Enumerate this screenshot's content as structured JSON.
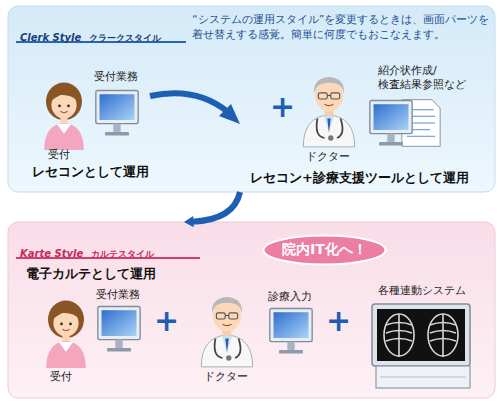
{
  "diagram": {
    "nodes": [
      {
        "text": [
          "Clerk Style",
          "クラークスタイル"
        ]
      },
      {
        "text": [
          "Karte Style",
          "カルテスタイル"
        ]
      },
      {
        "text": [
          "院内IT化へ！"
        ],
        "in": 1
      }
    ],
    "edges": [
      {
        "from": 0,
        "to": 1,
        "arrow": "to"
      }
    ],
    "labels": [
      "“システムの運用スタイル”を変更するときは、画面パーツを着せ替えする感覚。簡単に何度でもおこなえます。",
      "受付業務",
      "受付",
      "レセコンとして運用",
      "+",
      "ドクター",
      "紹介状作成/ 検査結果参照など",
      "レセコン+診療支援ツールとして運用",
      "電子カルテとして運用",
      "受付業務",
      "受付",
      "+",
      "ドクター",
      "診療入力",
      "+",
      "各種連動システム"
    ]
  }
}
